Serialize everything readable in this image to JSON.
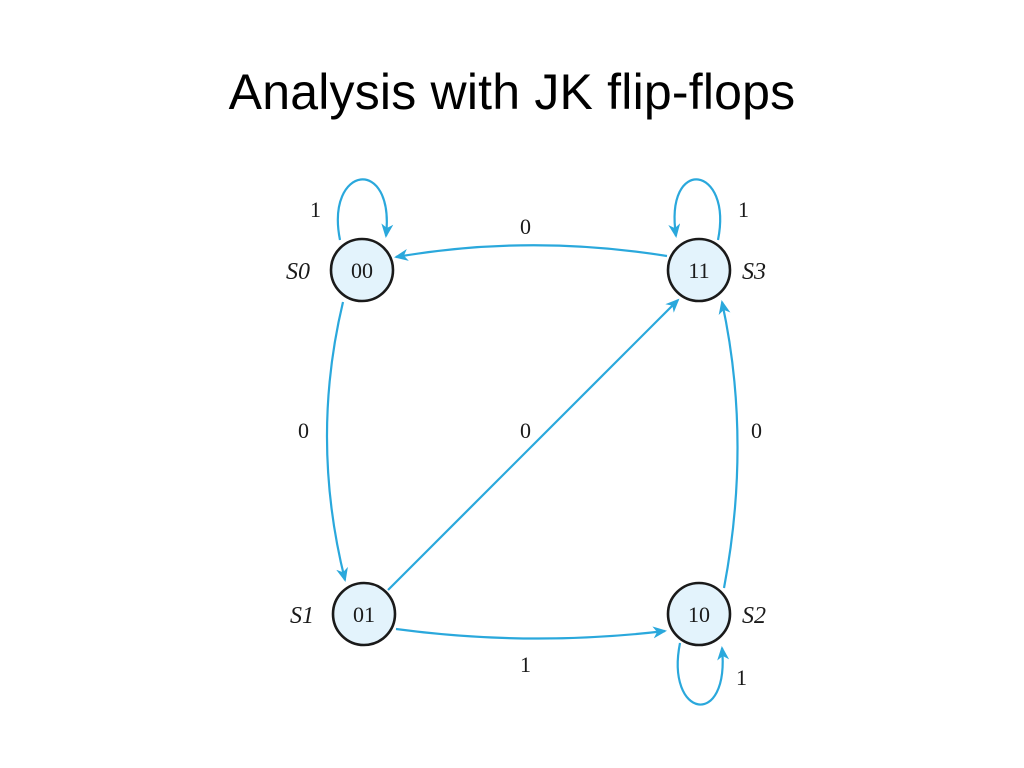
{
  "slide": {
    "title": "Analysis with JK flip-flops"
  },
  "colors": {
    "edge": "#2aa8dc",
    "state_fill": "#e3f3fc",
    "state_stroke": "#1a1a1a",
    "text": "#1a1a1a"
  },
  "states": [
    {
      "id": "s0",
      "name": "S0",
      "code": "00"
    },
    {
      "id": "s1",
      "name": "S1",
      "code": "01"
    },
    {
      "id": "s2",
      "name": "S2",
      "code": "10"
    },
    {
      "id": "s3",
      "name": "S3",
      "code": "11"
    }
  ],
  "transitions": [
    {
      "id": "s0-self",
      "from": "S0",
      "to": "S0",
      "input": "1"
    },
    {
      "id": "s3-to-s0",
      "from": "S3",
      "to": "S0",
      "input": "0"
    },
    {
      "id": "s3-self",
      "from": "S3",
      "to": "S3",
      "input": "1"
    },
    {
      "id": "s0-to-s1",
      "from": "S0",
      "to": "S1",
      "input": "0"
    },
    {
      "id": "s1-to-s3",
      "from": "S1",
      "to": "S3",
      "input": "0"
    },
    {
      "id": "s2-to-s3",
      "from": "S2",
      "to": "S3",
      "input": "0"
    },
    {
      "id": "s1-to-s2",
      "from": "S1",
      "to": "S2",
      "input": "1"
    },
    {
      "id": "s2-self",
      "from": "S2",
      "to": "S2",
      "input": "1"
    }
  ]
}
